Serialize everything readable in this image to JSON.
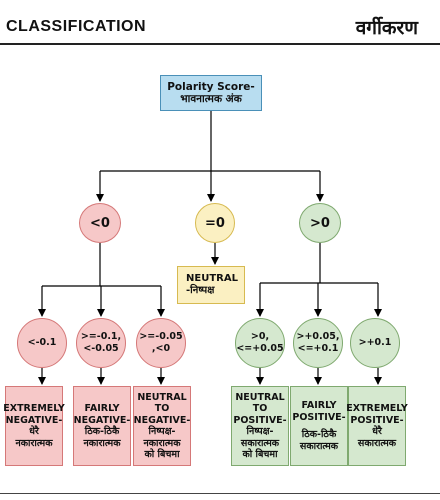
{
  "header": {
    "title_en": "CLASSIFICATION",
    "title_hi": "वर्गीकरण"
  },
  "root": {
    "line1": "Polarity Score-",
    "line2": "भावनात्मक अंक"
  },
  "level1": {
    "negative": "<0",
    "zero": "=0",
    "positive": ">0"
  },
  "neutral": {
    "line1": "NEUTRAL",
    "line2": "-निष्पक्ष"
  },
  "negative_ranges": [
    {
      "line1": "<-0.1",
      "line2": ""
    },
    {
      "line1": ">=-0.1,",
      "line2": "<-0.05"
    },
    {
      "line1": ">=-0.05",
      "line2": ",<0"
    }
  ],
  "positive_ranges": [
    {
      "line1": ">0,",
      "line2": "<=+0.05"
    },
    {
      "line1": ">+0.05,",
      "line2": "<=+0.1"
    },
    {
      "line1": ">+0.1",
      "line2": ""
    }
  ],
  "negative_classes": [
    {
      "lines": [
        "EXTREMELY",
        "NEGATIVE-",
        "धेरै",
        "नकारात्मक"
      ]
    },
    {
      "lines": [
        "FAIRLY",
        "NEGATIVE-",
        "ठिक-ठिकै",
        "नकारात्मक"
      ]
    },
    {
      "lines": [
        "NEUTRAL",
        "TO",
        "NEGATIVE-",
        "निष्पक्ष-",
        "नकारात्मक",
        "को बिचमा"
      ]
    }
  ],
  "positive_classes": [
    {
      "lines": [
        "NEUTRAL",
        "TO",
        "POSITIVE-",
        "निष्पक्ष-",
        "सकारात्मक",
        "को बिचमा"
      ]
    },
    {
      "lines": [
        "FAIRLY",
        "POSITIVE-",
        "",
        "ठिक-ठिकै",
        "सकारात्मक"
      ]
    },
    {
      "lines": [
        "EXTREMELY",
        "POSITIVE-",
        "धेरै",
        "सकारात्मक"
      ]
    }
  ],
  "colors": {
    "root_fill": "#b8ddf0",
    "negative_fill": "#f6c8c8",
    "zero_fill": "#fbf0c2",
    "positive_fill": "#d5e8cf"
  }
}
